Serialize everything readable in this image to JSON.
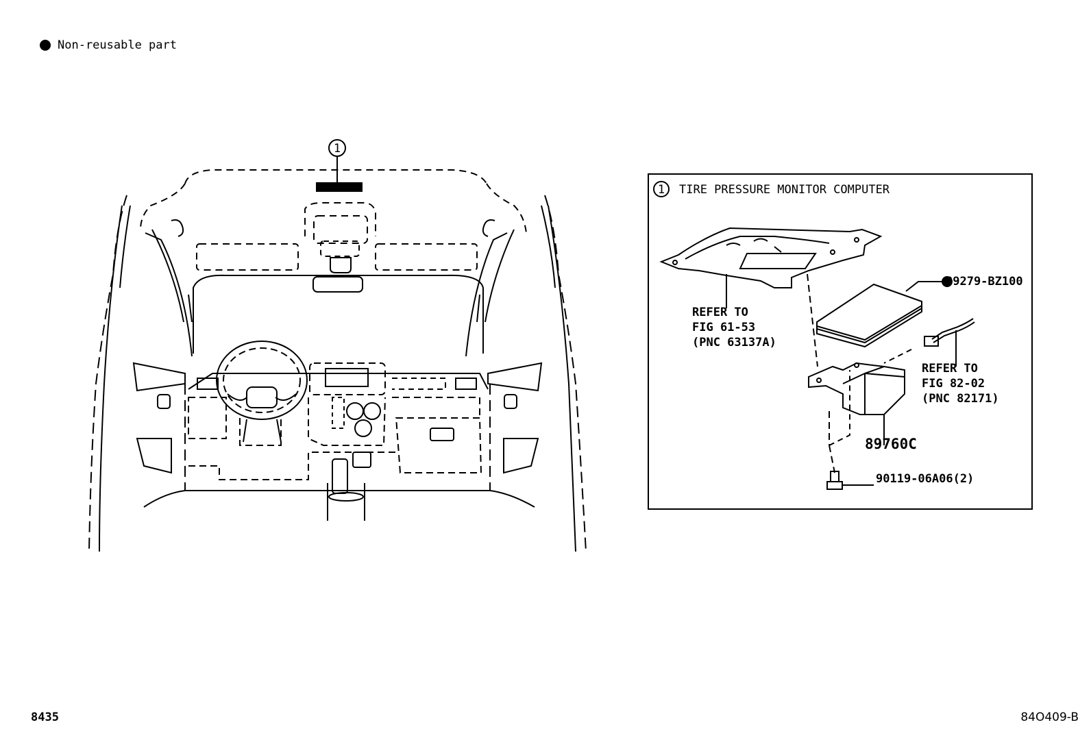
{
  "legend": {
    "text": "Non-reusable part"
  },
  "overview": {
    "callout": "1"
  },
  "detail_box": {
    "title_num": "1",
    "title": "TIRE PRESSURE MONITOR COMPUTER",
    "labels": {
      "refer_a": [
        "REFER TO",
        "FIG 61-53",
        "(PNC 63137A)"
      ],
      "refer_b": [
        "REFER TO",
        "FIG 82-02",
        "(PNC 82171)"
      ],
      "part_pad": "89279-BZ100",
      "part_computer": "89760C",
      "part_bolt": "90119-06A06(2)"
    }
  },
  "footer": {
    "page": "8435",
    "figure_code": "84O409-B"
  }
}
